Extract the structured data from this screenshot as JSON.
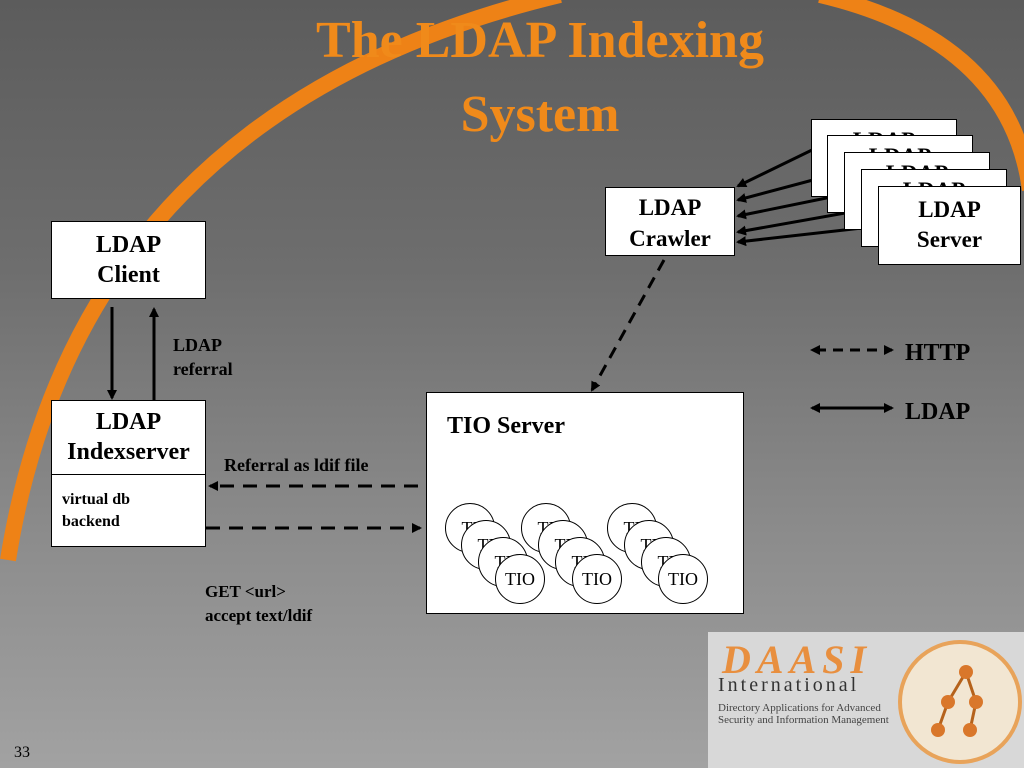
{
  "slide": {
    "title_line1": "The LDAP Indexing",
    "title_line2": "System",
    "page_number": "33"
  },
  "diagram": {
    "client": {
      "line1": "LDAP",
      "line2": "Client"
    },
    "referral_label": {
      "line1": "LDAP",
      "line2": "referral"
    },
    "indexserver": {
      "line1": "LDAP",
      "line2": "Indexserver",
      "backend_line1": "virtual db",
      "backend_line2": "backend"
    },
    "referral_file_label": "Referral as ldif file",
    "get_label": {
      "line1": "GET <url>",
      "line2": "accept text/ldif"
    },
    "crawler": {
      "line1": "LDAP",
      "line2": "Crawler"
    },
    "servers": {
      "line1": "LDAP",
      "line2": "Server",
      "stacked_partial": "LDAP"
    },
    "tio_server": {
      "title": "TIO Server",
      "node_label": "TIO",
      "node_partial": "TI"
    },
    "legend": {
      "http": "HTTP",
      "ldap": "LDAP"
    }
  },
  "logo": {
    "name": "DAASI",
    "subtitle": "International",
    "tagline": "Directory Applications for Advanced Security and Information Management"
  },
  "colors": {
    "accent": "#f08a1a",
    "background": "#6e6e6e"
  }
}
